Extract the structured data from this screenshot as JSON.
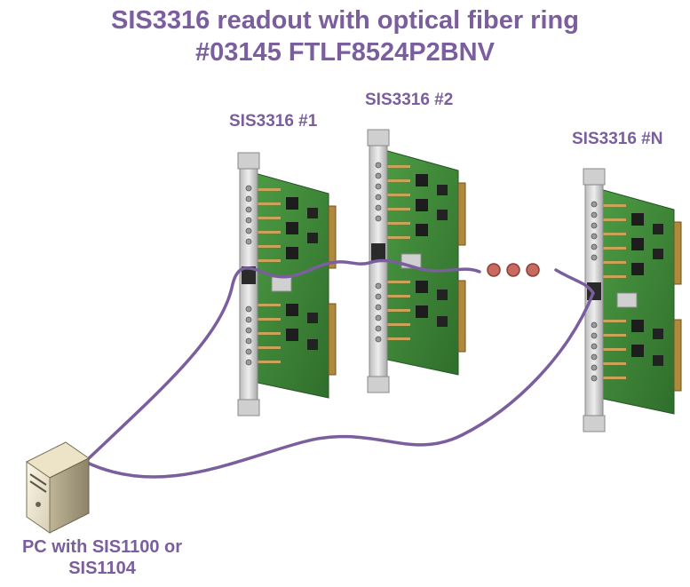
{
  "title_line1": "SIS3316 readout with optical fiber ring",
  "title_line2": "#03145 FTLF8524P2BNV",
  "boards": [
    {
      "label": "SIS3316 #1"
    },
    {
      "label": "SIS3316 #2"
    },
    {
      "label": "SIS3316 #N"
    }
  ],
  "pc": {
    "label_line1": "PC with SIS1100 or",
    "label_line2": "SIS1104"
  },
  "colors": {
    "title": "#7a5e9e",
    "fiber": "#7a5e9e",
    "pcb": "#3f8a3a",
    "panel": "#d9d9d9",
    "dots": "#c96a60"
  },
  "icons": [
    "vme-board-icon",
    "pc-tower-icon",
    "ellipsis-dots-icon"
  ]
}
